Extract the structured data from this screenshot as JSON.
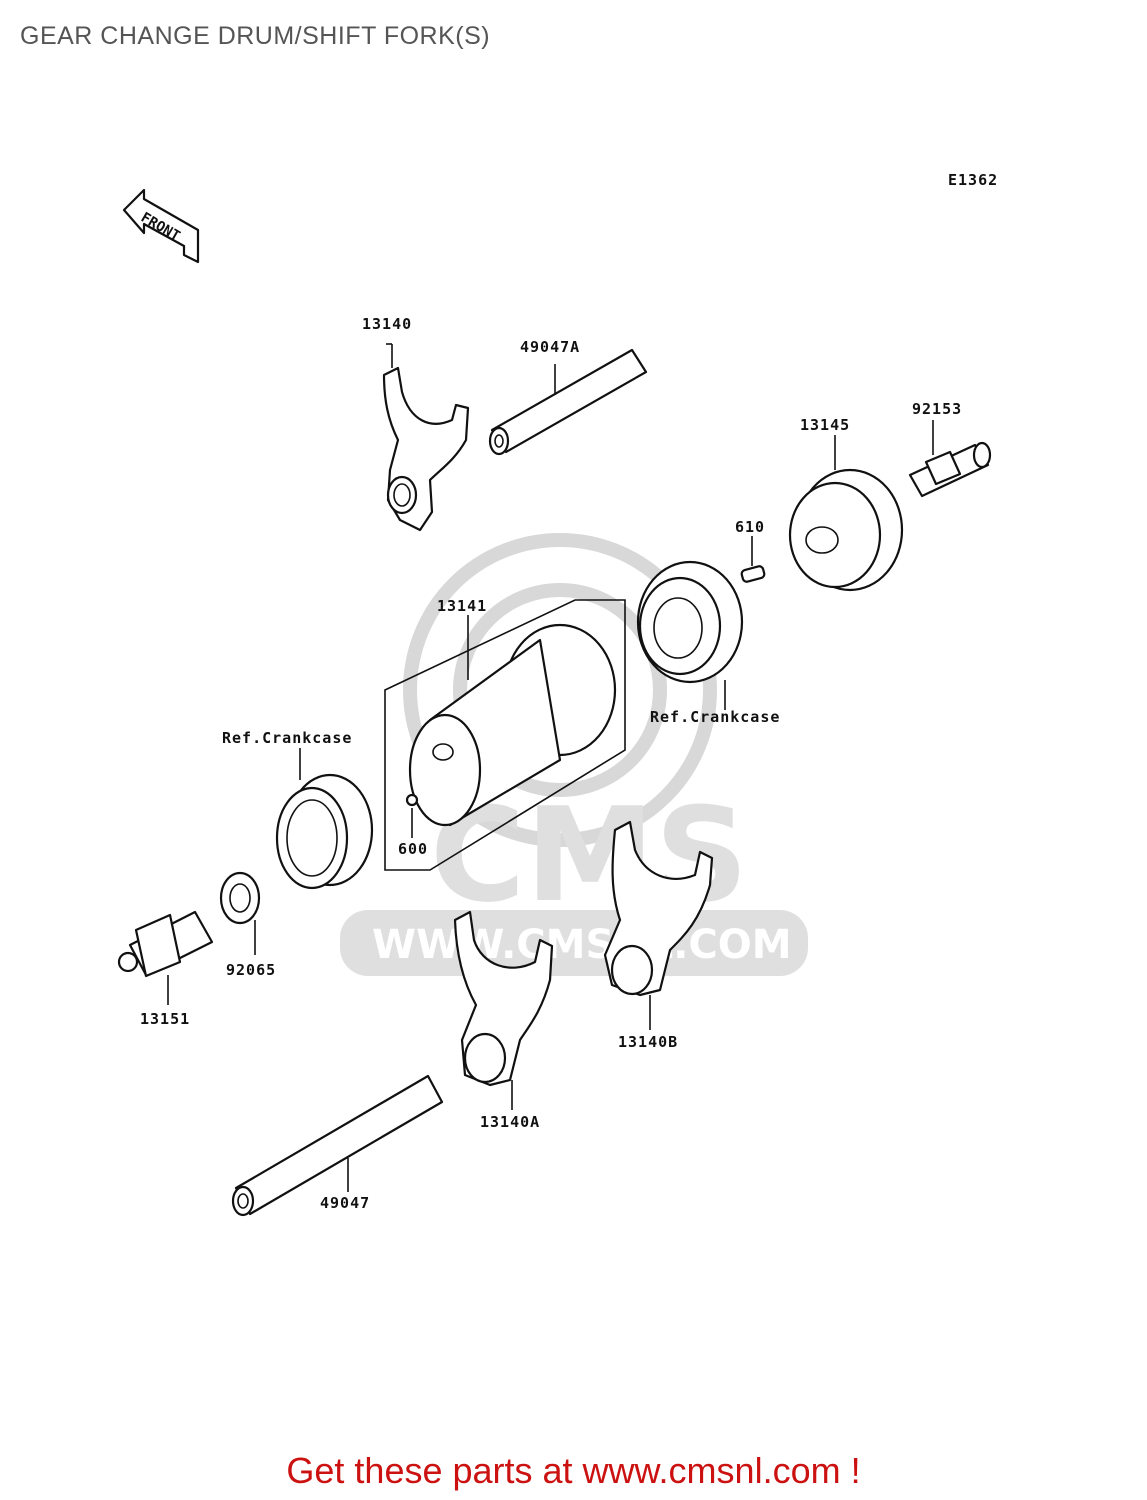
{
  "title": "GEAR CHANGE DRUM/SHIFT FORK(S)",
  "diagram_code": "E1362",
  "front_marker": "FRONT",
  "watermark": {
    "brand": "CMS",
    "url": "WWW.CMSNL.COM"
  },
  "parts": {
    "p13140": "13140",
    "p49047A": "49047A",
    "p92153": "92153",
    "p13145": "13145",
    "p610": "610",
    "p13141": "13141",
    "ref_right": "Ref.Crankcase",
    "ref_left": "Ref.Crankcase",
    "p600": "600",
    "p92065": "92065",
    "p13151": "13151",
    "p13140B": "13140B",
    "p13140A": "13140A",
    "p49047": "49047"
  },
  "footer": "Get these parts at www.cmsnl.com !",
  "colors": {
    "footer": "#cc1111",
    "title": "#555555",
    "watermark": "#d4d4d4"
  }
}
